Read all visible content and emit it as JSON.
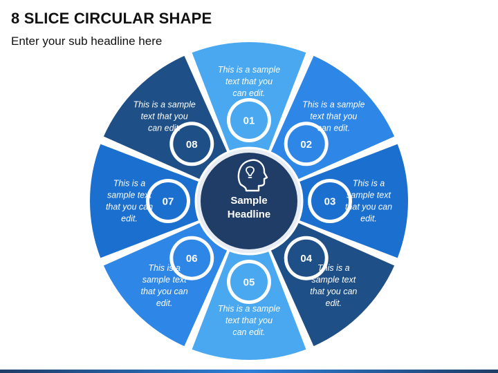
{
  "header": {
    "title": "8 SLICE CIRCULAR SHAPE",
    "subtitle": "Enter your sub headline here"
  },
  "center": {
    "icon": "lightbulb-head-icon",
    "headline": [
      "Sample",
      "Headline"
    ]
  },
  "slices": [
    {
      "number": "01",
      "color": "#4aa8f0",
      "text": [
        "This is a sample",
        "text that you",
        "can edit."
      ]
    },
    {
      "number": "02",
      "color": "#2e86e6",
      "text": [
        "This is a sample",
        "text that you",
        "can edit."
      ]
    },
    {
      "number": "03",
      "color": "#1b6fcf",
      "text": [
        "This is a",
        "sample text",
        "that you can",
        "edit."
      ]
    },
    {
      "number": "04",
      "color": "#1e4f86",
      "text": [
        "This is a",
        "sample text",
        "that you can",
        "edit."
      ]
    },
    {
      "number": "05",
      "color": "#4aa8f0",
      "text": [
        "This is a sample",
        "text that you",
        "can edit."
      ]
    },
    {
      "number": "06",
      "color": "#2e86e6",
      "text": [
        "This is a",
        "sample text",
        "that you can",
        "edit."
      ]
    },
    {
      "number": "07",
      "color": "#1b6fcf",
      "text": [
        "This is a",
        "sample text",
        "that you can",
        "edit."
      ]
    },
    {
      "number": "08",
      "color": "#1e4f86",
      "text": [
        "This is a sample",
        "text that you",
        "can edit."
      ]
    }
  ],
  "colors": {
    "center_dark": "#1f3d66",
    "ring_light": "#e8edf3",
    "text_light": "#ffffff"
  }
}
